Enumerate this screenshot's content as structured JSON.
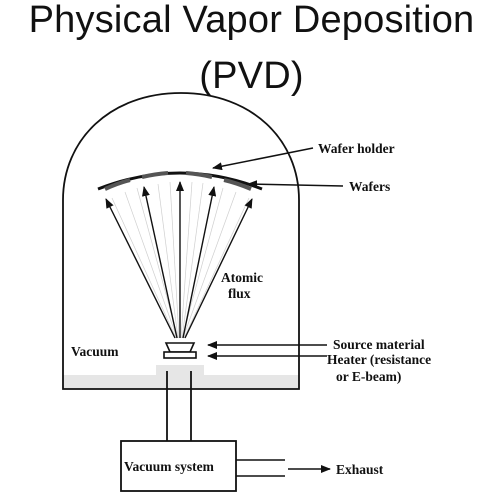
{
  "title": {
    "line1": "Physical Vapor Deposition",
    "line2": "(PVD)"
  },
  "labels": {
    "wafer_holder": "Wafer holder",
    "wafers": "Wafers",
    "atomic_flux_line1": "Atomic",
    "atomic_flux_line2": "flux",
    "vacuum": "Vacuum",
    "source_material": "Source material",
    "heater_line1": "Heater (resistance",
    "heater_line2": "or E-beam)",
    "vacuum_system": "Vacuum  system",
    "exhaust": "Exhaust"
  },
  "colors": {
    "line": "#111111",
    "base_shade": "#e6e6e6"
  }
}
